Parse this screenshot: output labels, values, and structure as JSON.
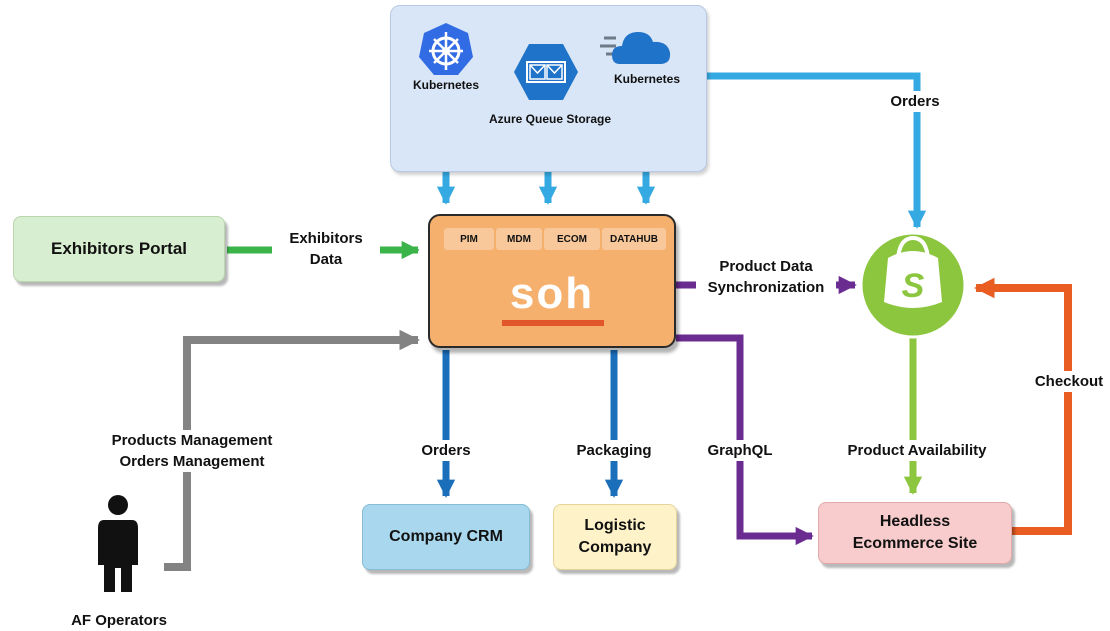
{
  "colors": {
    "cloud_arrows": "#35a9e1",
    "green_arrow": "#3ab449",
    "gray_arrow": "#838383",
    "blue_arrows": "#1b6fba",
    "purple_arrows": "#6a2c91",
    "light_green_arrow": "#8cc63e",
    "orange_arrow": "#e95d22"
  },
  "cloud": {
    "kubernetes_left": "Kubernetes",
    "queue": "Azure Queue Storage",
    "kubernetes_right": "Kubernetes"
  },
  "soh": {
    "logo": "soh",
    "tabs": [
      "PIM",
      "MDM",
      "ECOM",
      "DATAHUB"
    ]
  },
  "boxes": {
    "exhibitors_portal": "Exhibitors Portal",
    "company_crm": "Company CRM",
    "logistic_company": "Logistic Company",
    "headless_ecommerce": "Headless Ecommerce Site"
  },
  "labels": {
    "exhibitors_data": "Exhibitors Data",
    "orders_top": "Orders",
    "product_sync": "Product Data Synchronization",
    "checkout": "Checkout",
    "products_management": "Products Management",
    "orders_management": "Orders Management",
    "orders_bottom": "Orders",
    "packaging": "Packaging",
    "graphql": "GraphQL",
    "product_availability": "Product Availability",
    "af_operators": "AF Operators"
  }
}
